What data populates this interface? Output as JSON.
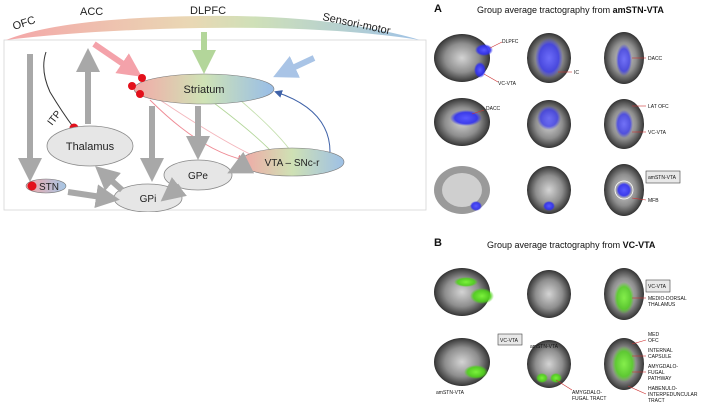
{
  "diagram": {
    "cortex_labels": {
      "ofc": "OFC",
      "acc": "ACC",
      "dlpfc": "DLPFC",
      "sensorimotor": "Sensori-motor"
    },
    "nodes": {
      "striatum": "Striatum",
      "thalamus": "Thalamus",
      "gpe": "GPe",
      "gpi": "GPi",
      "stn": "STN",
      "vta": "VTA – SNc-r"
    },
    "itp_label": "ITP",
    "colors": {
      "ofc": "#f2a4a8",
      "acc": "#f4a2aa",
      "dlpfc": "#b3d69a",
      "sensorimotor": "#a9c4e6",
      "gray": "#a8a8a8",
      "node_fill": "#e6e6e6",
      "red_dot": "#e3101b",
      "blue_line": "#3f62a8"
    }
  },
  "panels": {
    "a": {
      "letter": "A",
      "title_prefix": "Group average tractography from ",
      "title_bold": "amSTN-VTA",
      "labels": {
        "dlpfc": "DLPFC",
        "vc_vta": "VC-VTA",
        "ic": "IC",
        "dacc1": "DACC",
        "dacc2": "DACC",
        "lat_ofc": "LAT OFC",
        "vc_vta2": "VC-VTA",
        "amstn_vta": "amSTN-VTA",
        "mfb": "MFB"
      },
      "tract_color": "#2f2ff0"
    },
    "b": {
      "letter": "B",
      "title_prefix": "Group average tractography from ",
      "title_bold": "VC-VTA",
      "labels": {
        "vc_vta_box": "VC-VTA",
        "medio_dorsal_1": "MEDIO-DORSAL",
        "medio_dorsal_2": "THALAMUS",
        "vc_vta_box2": "VC-VTA",
        "amstn_vta": "amSTN-VTA",
        "med_ofc_1": "MED",
        "med_ofc_2": "OFC",
        "internal_capsule_1": "INTERNAL",
        "internal_capsule_2": "CAPSULE",
        "amygdalofugal_pathway_1": "AMYGDALO-",
        "amygdalofugal_pathway_2": "FUGAL",
        "amygdalofugal_pathway_3": "PATHWAY",
        "amstn_vta2": "amSTN-VTA",
        "amygdalofugal_tract_1": "AMYGDALO-",
        "amygdalofugal_tract_2": "FUGAL TRACT",
        "habenulo_1": "HABENULO-",
        "habenulo_2": "INTERPEDUNCULAR",
        "habenulo_3": "TRACT"
      },
      "tract_color": "#4fd21a"
    }
  }
}
